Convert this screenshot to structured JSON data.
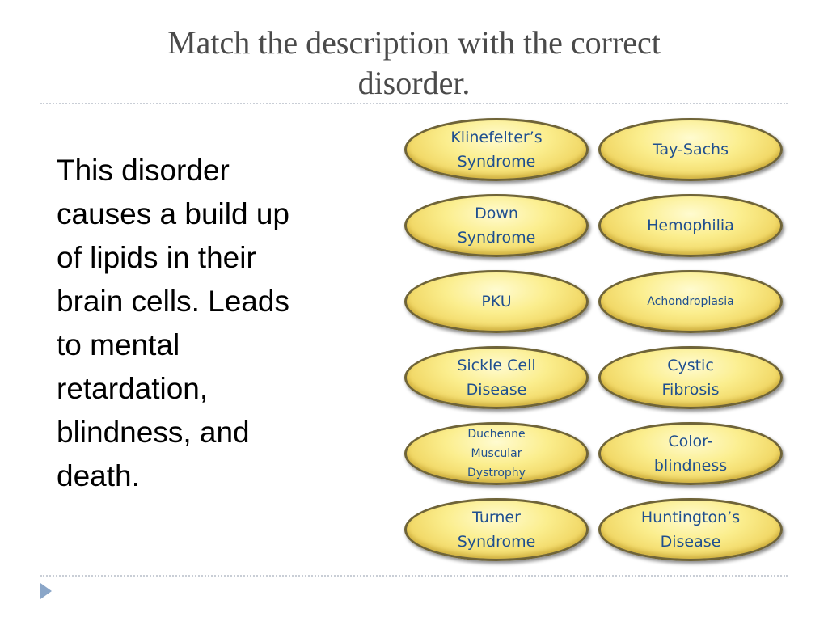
{
  "title": {
    "line1": "Match the description with the correct",
    "line2": "disorder."
  },
  "description": {
    "lines": [
      "This disorder",
      "causes a build up",
      "of lipids in their",
      "brain cells.  Leads",
      "to mental",
      "retardation,",
      "blindness, and",
      "death."
    ]
  },
  "options": [
    {
      "lines": [
        "Klinefelter’s",
        "Syndrome"
      ]
    },
    {
      "lines": [
        "Tay-Sachs"
      ]
    },
    {
      "lines": [
        "Down",
        "Syndrome"
      ]
    },
    {
      "lines": [
        "Hemophilia"
      ]
    },
    {
      "lines": [
        "PKU"
      ]
    },
    {
      "lines": [
        "Achondroplasia"
      ]
    },
    {
      "lines": [
        "Sickle Cell",
        "Disease"
      ]
    },
    {
      "lines": [
        "Cystic",
        "Fibrosis"
      ]
    },
    {
      "lines": [
        "Duchenne",
        "Muscular",
        "Dystrophy"
      ]
    },
    {
      "lines": [
        "Color-",
        "blindness"
      ]
    },
    {
      "lines": [
        "Turner",
        "Syndrome"
      ]
    },
    {
      "lines": [
        "Huntington’s",
        "Disease"
      ]
    }
  ],
  "icons": {
    "next": "play-triangle-icon"
  },
  "colors": {
    "title": "#4a4a4a",
    "pill_fill": "#fbee8e",
    "pill_text": "#1f4f8f",
    "pill_border": "#6f6438",
    "rule": "#c9ced6"
  }
}
